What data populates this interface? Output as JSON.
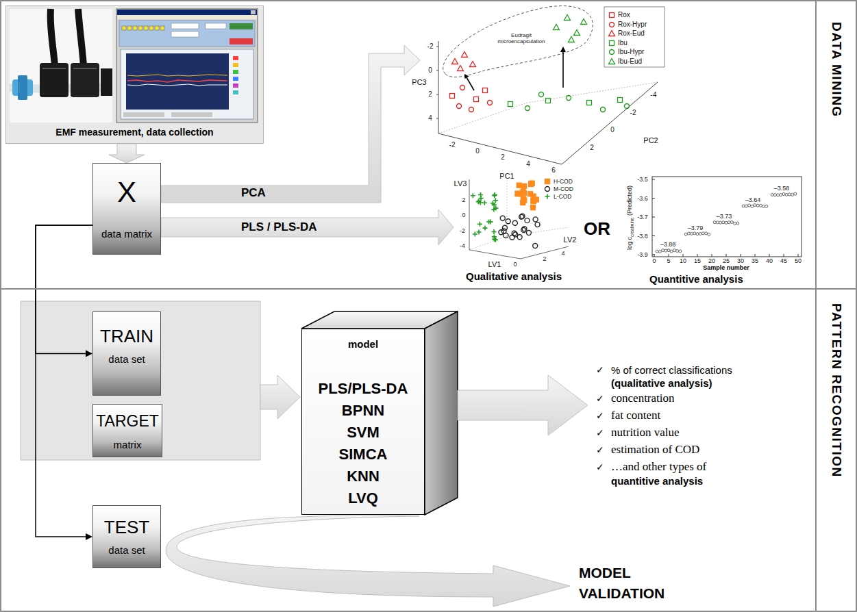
{
  "diagram": {
    "nodes": [
      {
        "text": [
          "DATA MINING"
        ]
      },
      {
        "text": [
          "EMF measurement, data collection"
        ],
        "in": 0
      },
      {
        "text": [
          "X",
          "data matrix"
        ],
        "in": 0
      },
      {
        "text": [
          "PATTERN RECOGNITION"
        ]
      },
      {
        "text": [
          "TRAIN",
          "data set"
        ],
        "in": 3
      },
      {
        "text": [
          "TARGET",
          "matrix"
        ],
        "in": 3
      },
      {
        "text": [
          "TEST",
          "data set"
        ],
        "in": 3
      },
      {
        "text": [
          "model",
          "PLS/PLS-DA",
          "BPNN",
          "SVM",
          "SIMCA",
          "KNN",
          "LVQ"
        ],
        "in": 3
      }
    ],
    "edges": [
      {
        "from": 1,
        "to": 2,
        "arrow": "to"
      },
      {
        "from": 2,
        "to": 4,
        "arrow": "to"
      },
      {
        "from": 2,
        "to": 6,
        "arrow": "to"
      }
    ],
    "labels": [
      "PCA",
      "PLS / PLS-DA",
      "Eudragit microencapsulation",
      "PC1",
      "PC2",
      "PC3",
      "-2",
      "0",
      "2",
      "4",
      "-2",
      "0",
      "2",
      "4",
      "6",
      "-4",
      "-2",
      "0",
      "2",
      "LV3",
      "LV1",
      "LV2",
      "2",
      "0",
      "-2",
      "-4",
      "0",
      "2",
      "4",
      "Qualitative analysis",
      "OR",
      "log c",
      "creatinine",
      "(Predicted)",
      "-3.5",
      "-3.6",
      "-3.7",
      "-3.8",
      "-3.9",
      "0",
      "5",
      "10",
      "15",
      "20",
      "25",
      "30",
      "35",
      "40",
      "45",
      "50",
      "Sample number",
      "–3.88",
      "–3.79",
      "–3.73",
      "–3.64",
      "–3.58",
      "Quantitive analysis",
      "✓",
      "% of correct classifications",
      "(qualitative analysis)",
      "✓",
      "concentration",
      "✓",
      "fat content",
      "✓",
      "nutrition value",
      "✓",
      "estimation of COD",
      "✓",
      "…and other types of",
      "quantitive analysis",
      "MODEL VALIDATION"
    ],
    "legend": [
      {
        "text": "Rox"
      },
      {
        "text": "Rox-Hypr"
      },
      {
        "text": "Rox-Eud"
      },
      {
        "text": "Ibu"
      },
      {
        "text": "Ibu-Hypr"
      },
      {
        "text": "Ibu-Eud"
      },
      {
        "text": "H-COD"
      },
      {
        "text": "M-COD"
      },
      {
        "text": "L-COD"
      }
    ]
  }
}
